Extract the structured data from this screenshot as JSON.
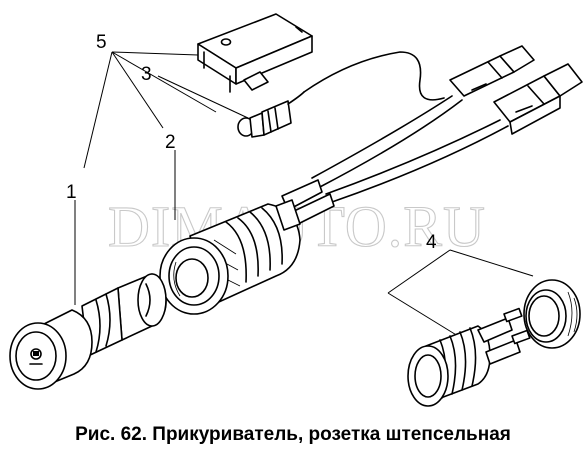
{
  "figure": {
    "watermark": "DIMAUTO.RU",
    "caption": "Рис. 62. Прикуриватель, розетка штепсельная",
    "callouts": {
      "c1": "1",
      "c2": "2",
      "c3": "3",
      "c4": "4",
      "c5": "5"
    }
  }
}
